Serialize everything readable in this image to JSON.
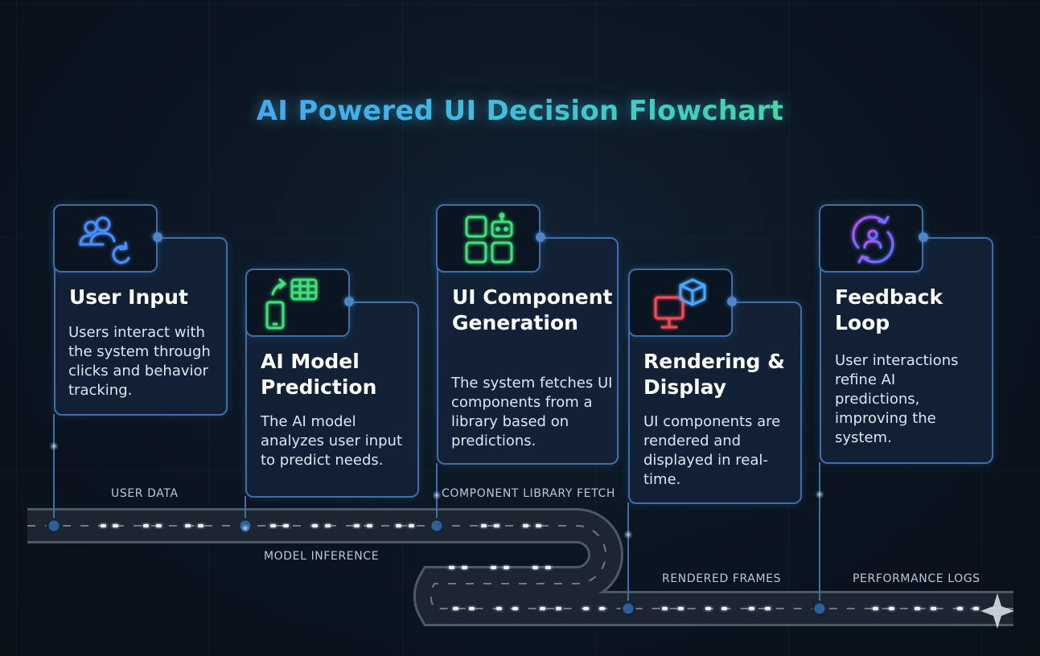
{
  "title": "AI Powered UI Decision Flowchart",
  "steps": [
    {
      "title": "User Input",
      "description": "Users interact with the system through clicks and behavior tracking.",
      "icon": "users-refresh-icon",
      "color": "#4c8dff"
    },
    {
      "title": "AI Model Prediction",
      "description": "The AI model analyzes user input to predict needs.",
      "icon": "phone-grid-icon",
      "color": "#3fe07a"
    },
    {
      "title": "UI Component Generation",
      "description": "The system fetches UI components from a library based on predictions.",
      "icon": "component-grid-robot-icon",
      "color": "#3fe07a"
    },
    {
      "title": "Rendering & Display",
      "description": "UI components are rendered and displayed in real-time.",
      "icon": "monitor-cube-icon",
      "color": "#ff4a5a"
    },
    {
      "title": "Feedback Loop",
      "description": "User interactions refine AI predictions, improving the system.",
      "icon": "user-cycle-icon",
      "color": "#9b5cff"
    }
  ],
  "pipeline_labels": [
    "USER DATA",
    "MODEL INFERENCE",
    "COMPONENT LIBRARY FETCH",
    "RENDERED FRAMES",
    "PERFORMANCE LOGS"
  ]
}
